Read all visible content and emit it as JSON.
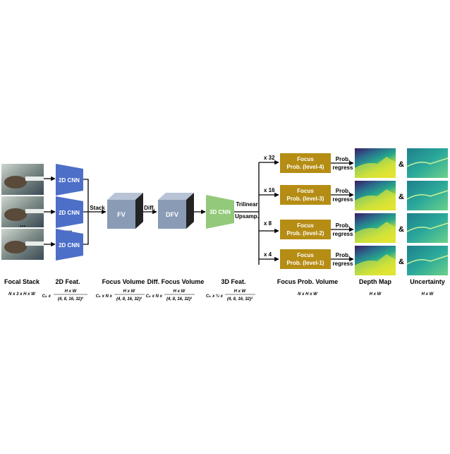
{
  "colors": {
    "cnn2d": "#4d6fc8",
    "cnn3d": "#93c97a",
    "cube_front": "#8a9bb5",
    "cube_top": "#b8c4d6",
    "cube_side": "#232323",
    "focus_box": "#b68d14",
    "depth_map": [
      "#3b1b63",
      "#2a6f8e",
      "#27a88a",
      "#b8de3a",
      "#f6e620"
    ],
    "uncertainty": [
      "#1f7f8c",
      "#2aa89a",
      "#6dd28a"
    ]
  },
  "stages": {
    "cnn2d_label": "2D CNN",
    "stack_label": "Stack",
    "fv_label": "FV",
    "diff_label": "Diff.",
    "dfv_label": "DFV",
    "cnn3d_label": "3D CNN",
    "trilinear_label": "Trilinear",
    "upsamp_label": "Upsamp.",
    "ellipsis": "...",
    "amp": "&"
  },
  "levels": [
    {
      "scale": "x 32",
      "line1": "Focus",
      "line2": "Prob. (level-4)",
      "prob": "Prob.",
      "regress": "regress"
    },
    {
      "scale": "x 16",
      "line1": "Focus",
      "line2": "Prob. (level-3)",
      "prob": "Prob.",
      "regress": "regress"
    },
    {
      "scale": "x 8",
      "line1": "Focus",
      "line2": "Prob. (level-2)",
      "prob": "Prob.",
      "regress": "regress"
    },
    {
      "scale": "x 4",
      "line1": "Focus",
      "line2": "Prob. (level-1)",
      "prob": "Prob.",
      "regress": "regress"
    }
  ],
  "captions": {
    "focal_stack": {
      "title": "Focal Stack",
      "dims": "N x 3 x H x W"
    },
    "feat2d": {
      "title": "2D Feat.",
      "prefix": "Cₖ x",
      "num": "H x W",
      "den": "(4, 8, 16, 32)²"
    },
    "focus_volume": {
      "title": "Focus Volume",
      "prefix": "Cₖ x N x",
      "num": "H x W",
      "den": "(4, 8, 16, 32)²"
    },
    "diff_focus_volume": {
      "title": "Diff. Focus Volume",
      "prefix": "Cₖ x N x",
      "num": "H x W",
      "den": "(4, 8, 16, 32)²"
    },
    "feat3d": {
      "title": "3D Feat.",
      "prefix": "Cₖ x ℕ x",
      "num": "H x W",
      "den": "(4, 8, 16, 32)²"
    },
    "focus_prob_volume": {
      "title": "Focus Prob. Volume",
      "dims": "N x H x W"
    },
    "depth_map": {
      "title": "Depth Map",
      "dims": "H x W"
    },
    "uncertainty": {
      "title": "Uncertainty",
      "dims": "H x W"
    }
  }
}
